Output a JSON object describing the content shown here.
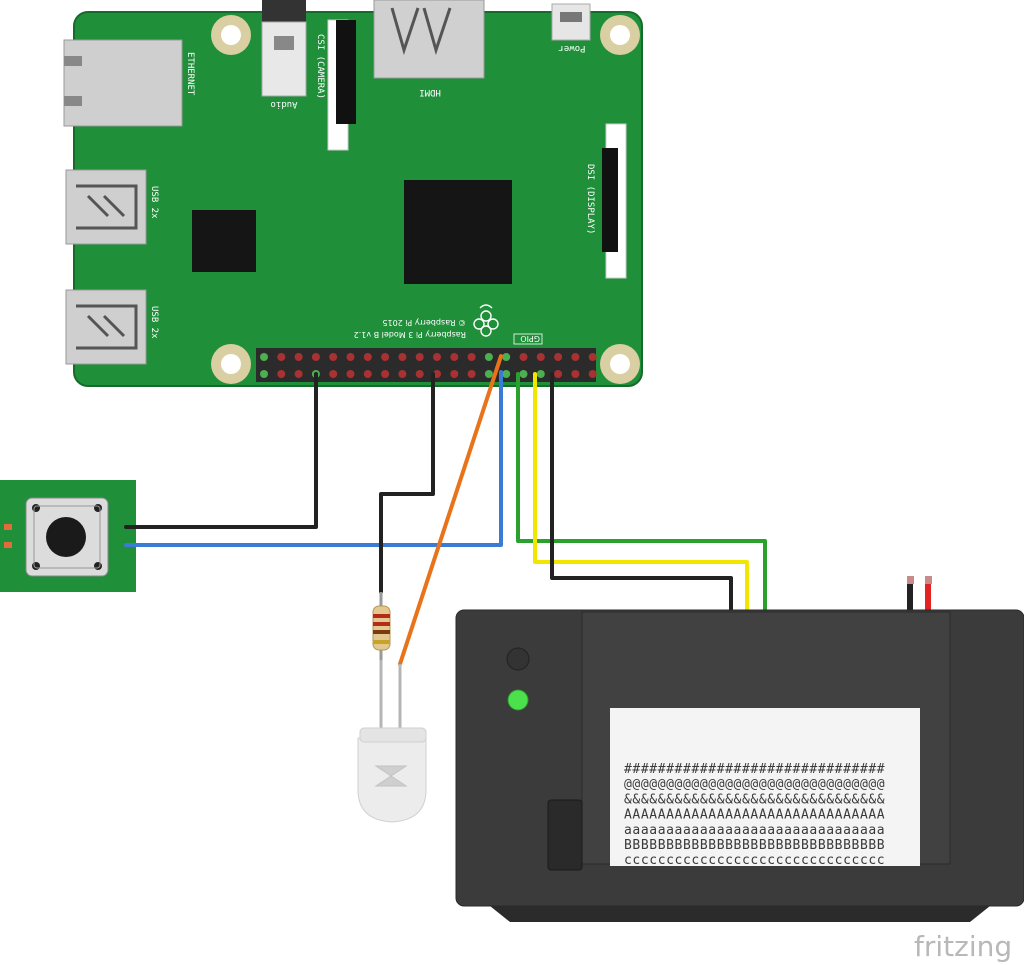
{
  "board": {
    "model": "Raspberry Pi 3 Model B v1.2",
    "copyright": "© Raspberry Pi 2015",
    "ports": {
      "ethernet": "ETHERNET",
      "usb_top": "USB 2x",
      "usb_bottom": "USB 2x",
      "audio": "Audio",
      "camera": "CSI (CAMERA)",
      "hdmi": "HDMI",
      "power": "Power",
      "display": "DSI (DISPLAY)",
      "gpio": "GPIO"
    }
  },
  "printer": {
    "paper_lines": [
      "###############################",
      "@@@@@@@@@@@@@@@@@@@@@@@@@@@@@@@",
      "&&&&&&&&&&&&&&&&&&&&&&&&&&&&&&&",
      "AAAAAAAAAAAAAAAAAAAAAAAAAAAAAAA",
      "aaaaaaaaaaaaaaaaaaaaaaaaaaaaaaa",
      "BBBBBBBBBBBBBBBBBBBBBBBBBBBBBBB",
      "ccccccccccccccccccccccccccccccc"
    ]
  },
  "wire_colors": {
    "black": "#222222",
    "blue": "#3a7bd5",
    "orange": "#e8731a",
    "green": "#2ca02c",
    "yellow": "#f2e600",
    "red": "#e32222"
  },
  "watermark": "fritzing"
}
